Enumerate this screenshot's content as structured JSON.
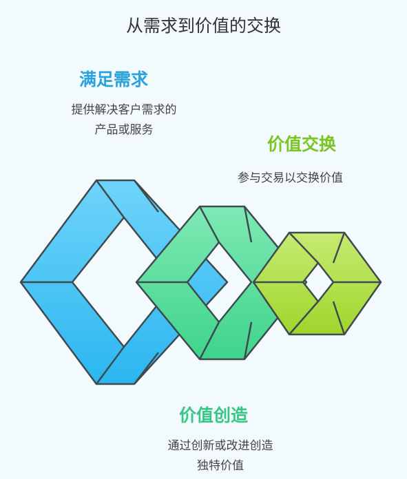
{
  "title": "从需求到价值的交换",
  "sections": {
    "satisfy_needs": {
      "heading": "满足需求",
      "desc_line1": "提供解决客户需求的",
      "desc_line2": "产品或服务",
      "color": "#29a3dc"
    },
    "value_exchange": {
      "heading": "价值交换",
      "desc_line1": "参与交易以交换价值",
      "color": "#7cc424"
    },
    "value_creation": {
      "heading": "价值创造",
      "desc_line1": "通过创新或改进创造",
      "desc_line2": "独特价值",
      "color": "#36c784"
    }
  },
  "diagram_colors": {
    "blue": "#4cc4f6",
    "green": "#5cdfa0",
    "lime": "#b1e046",
    "outline": "#3e4a4f"
  }
}
